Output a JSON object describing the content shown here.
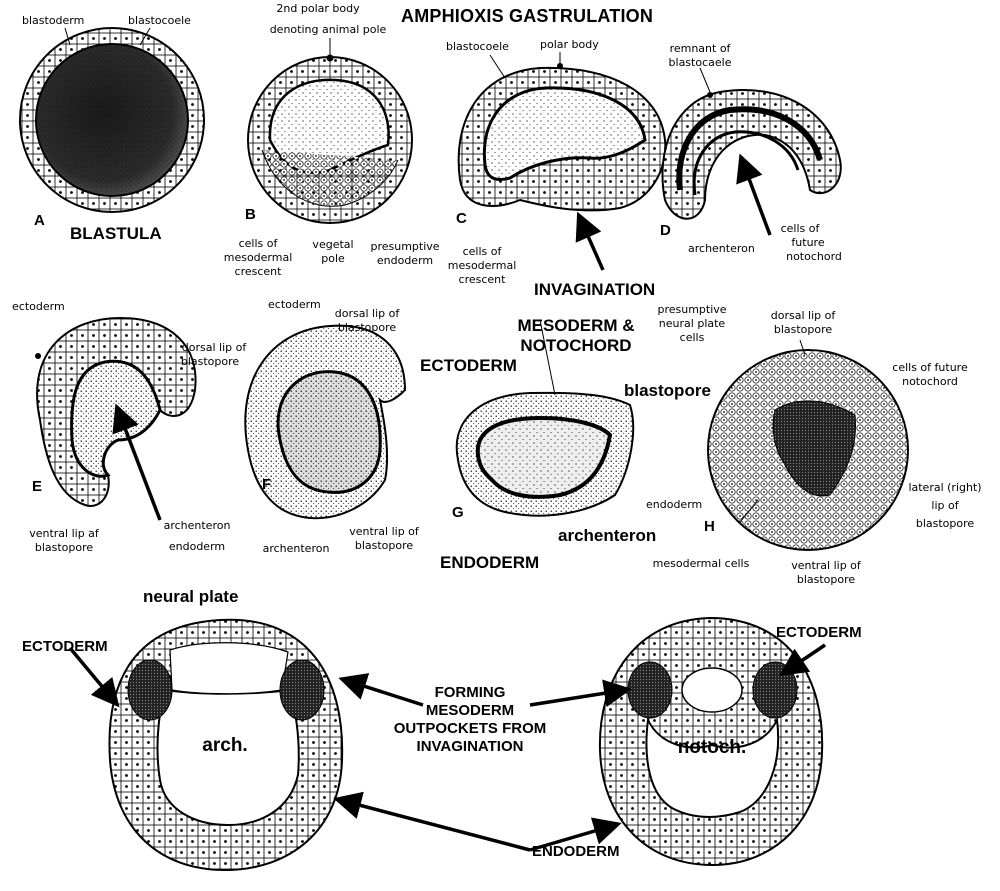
{
  "title": "AMPHIOXIS GASTRULATION",
  "panels": {
    "A": {
      "letter": "A",
      "caption": "BLASTULA",
      "blastoderm": "blastoderm",
      "blastocoele": "blastocoele"
    },
    "B": {
      "letter": "B",
      "polar_body_1": "2nd polar body",
      "polar_body_2": "denoting animal pole",
      "mesodermal_1": "cells of",
      "mesodermal_2": "mesodermal",
      "mesodermal_3": "crescent",
      "vegetal_1": "vegetal",
      "vegetal_2": "pole",
      "endoderm_1": "presumptive",
      "endoderm_2": "endoderm"
    },
    "C": {
      "letter": "C",
      "blastocoele": "blastocoele",
      "polar_body": "polar body",
      "mesodermal_1": "cells of",
      "mesodermal_2": "mesodermal",
      "mesodermal_3": "crescent",
      "caption": "INVAGINATION"
    },
    "D": {
      "letter": "D",
      "remnant_1": "remnant of",
      "remnant_2": "blastocaele",
      "archenteron": "archenteron",
      "notochord_1": "cells of",
      "notochord_2": "future",
      "notochord_3": "notochord"
    },
    "E": {
      "letter": "E",
      "ectoderm": "ectoderm",
      "dorsal_1": "dorsal lip of",
      "dorsal_2": "blastopore",
      "ventral_1": "ventral lip af",
      "ventral_2": "blastopore",
      "archenteron": "archenteron",
      "endoderm": "endoderm"
    },
    "F": {
      "letter": "F",
      "ectoderm": "ectoderm",
      "dorsal_1": "dorsal lip of",
      "dorsal_2": "blastopore",
      "archenteron": "archenteron",
      "ventral_1": "ventral lip of",
      "ventral_2": "blastopore"
    },
    "G": {
      "letter": "G",
      "meso_1": "MESODERM &",
      "meso_2": "NOTOCHORD",
      "ectoderm": "ECTODERM",
      "blastopore": "blastopore",
      "archenteron": "archenteron",
      "endoderm": "ENDODERM"
    },
    "H": {
      "letter": "H",
      "neural_1": "presumptive",
      "neural_2": "neural plate",
      "neural_3": "cells",
      "dorsal_1": "dorsal lip of",
      "dorsal_2": "blastopore",
      "future_1": "cells of future",
      "future_2": "notochord",
      "endoderm": "endoderm",
      "lateral_1": "lateral (right)",
      "lateral_2": "lip of",
      "lateral_3": "blastopore",
      "mesodermal": "mesodermal cells",
      "ventral_1": "ventral lip of",
      "ventral_2": "blastopore"
    }
  },
  "bottom": {
    "neural_plate": "neural plate",
    "ectoderm_left": "ECTODERM",
    "ectoderm_right": "ECTODERM",
    "forming_1": "FORMING",
    "forming_2": "MESODERM",
    "forming_3": "OUTPOCKETS FROM",
    "forming_4": "INVAGINATION",
    "arch": "arch.",
    "notoch": "notoch.",
    "endoderm": "ENDODERM"
  }
}
